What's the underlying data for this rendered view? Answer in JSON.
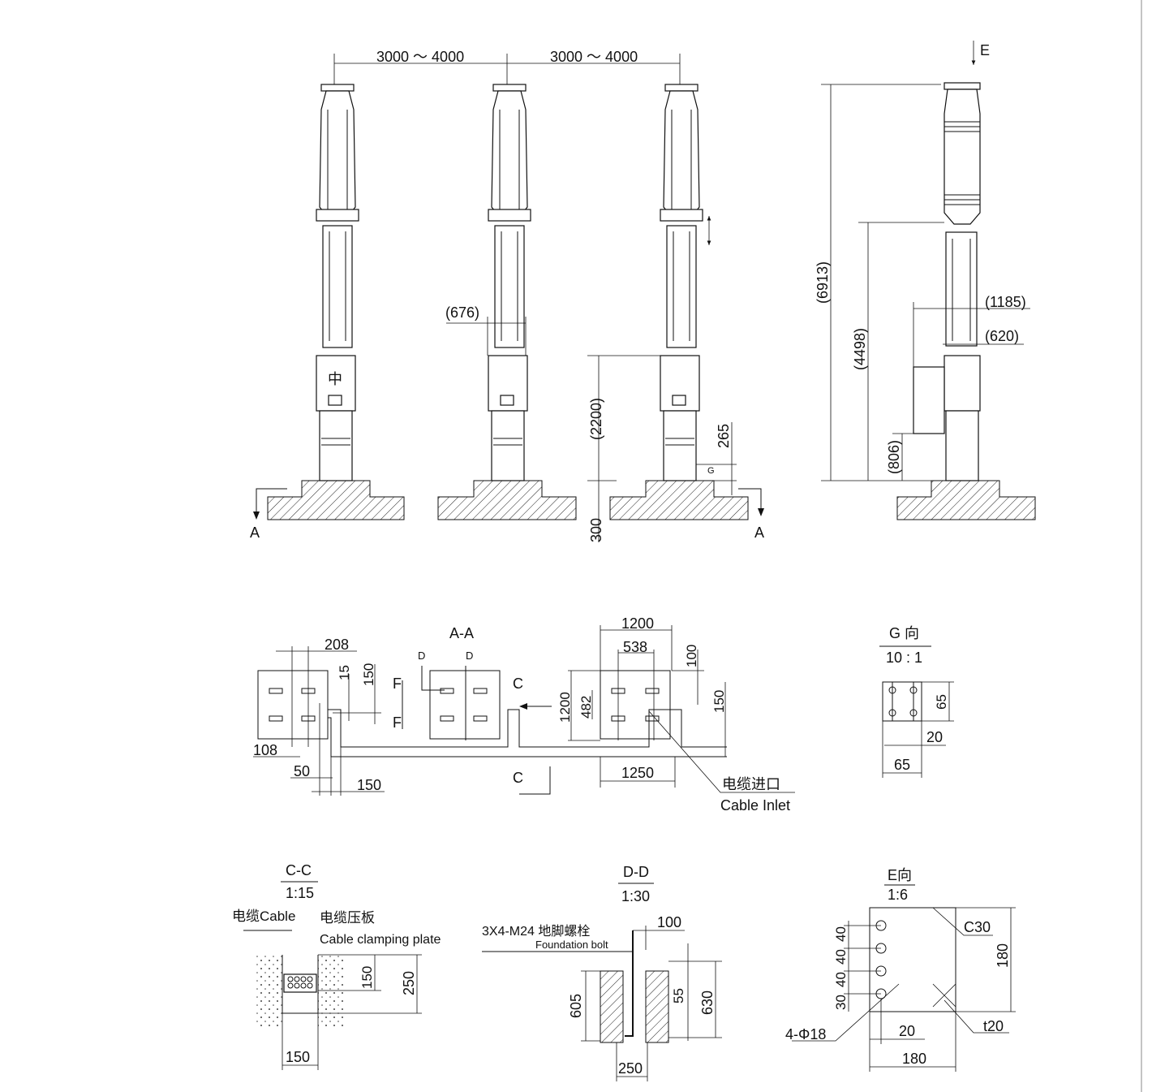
{
  "elevation": {
    "spacing_left": "3000 ～ 4000",
    "spacing_right": "3000 ～ 4000",
    "dim_676": "(676)",
    "dim_2200": "(2200)",
    "dim_265": "265",
    "dim_300": "300",
    "label_g": "G",
    "section_a_left": "A",
    "section_a_right": "A",
    "box_mark": "中"
  },
  "side_view": {
    "view_e": "E",
    "dim_6913": "(6913)",
    "dim_4498": "(4498)",
    "dim_806": "(806)",
    "dim_1185": "(1185)",
    "dim_620": "(620)"
  },
  "section_aa": {
    "title": "A-A",
    "dim_208": "208",
    "dim_15": "15",
    "dim_150a": "150",
    "dim_108": "108",
    "dim_50": "50",
    "dim_150b": "150",
    "label_d1": "D",
    "label_d2": "D",
    "label_f1": "F",
    "label_f2": "F",
    "label_c1": "C",
    "label_c2": "C",
    "dim_1200_top": "1200",
    "dim_538": "538",
    "dim_100": "100",
    "dim_1200_side": "1200",
    "dim_482": "482",
    "dim_150c": "150",
    "dim_1250": "1250",
    "cable_inlet_cn": "电缆进口",
    "cable_inlet_en": "Cable Inlet"
  },
  "view_g": {
    "title": "G 向",
    "scale": "10 : 1",
    "dim_65_v": "65",
    "dim_20": "20",
    "dim_65_h": "65"
  },
  "section_cc": {
    "title": "C-C",
    "scale": "1:15",
    "label_cable": "电缆Cable",
    "label_plate_cn": "电缆压板",
    "label_plate_en": "Cable clamping plate",
    "dim_150v": "150",
    "dim_250": "250",
    "dim_150h": "150"
  },
  "section_dd": {
    "title": "D-D",
    "scale": "1:30",
    "bolt_label": "3X4-M24 地脚螺栓",
    "bolt_label_en": "Foundation bolt",
    "dim_100": "100",
    "dim_605": "605",
    "dim_55": "55",
    "dim_630": "630",
    "dim_250": "250"
  },
  "view_e_detail": {
    "title": "E向",
    "scale": "1:6",
    "dim_c30": "C30",
    "dim_180v": "180",
    "dim_40a": "40",
    "dim_40b": "40",
    "dim_40c": "40",
    "dim_30": "30",
    "holes": "4-Φ18",
    "dim_20": "20",
    "dim_t20": "t20",
    "dim_180h": "180"
  }
}
